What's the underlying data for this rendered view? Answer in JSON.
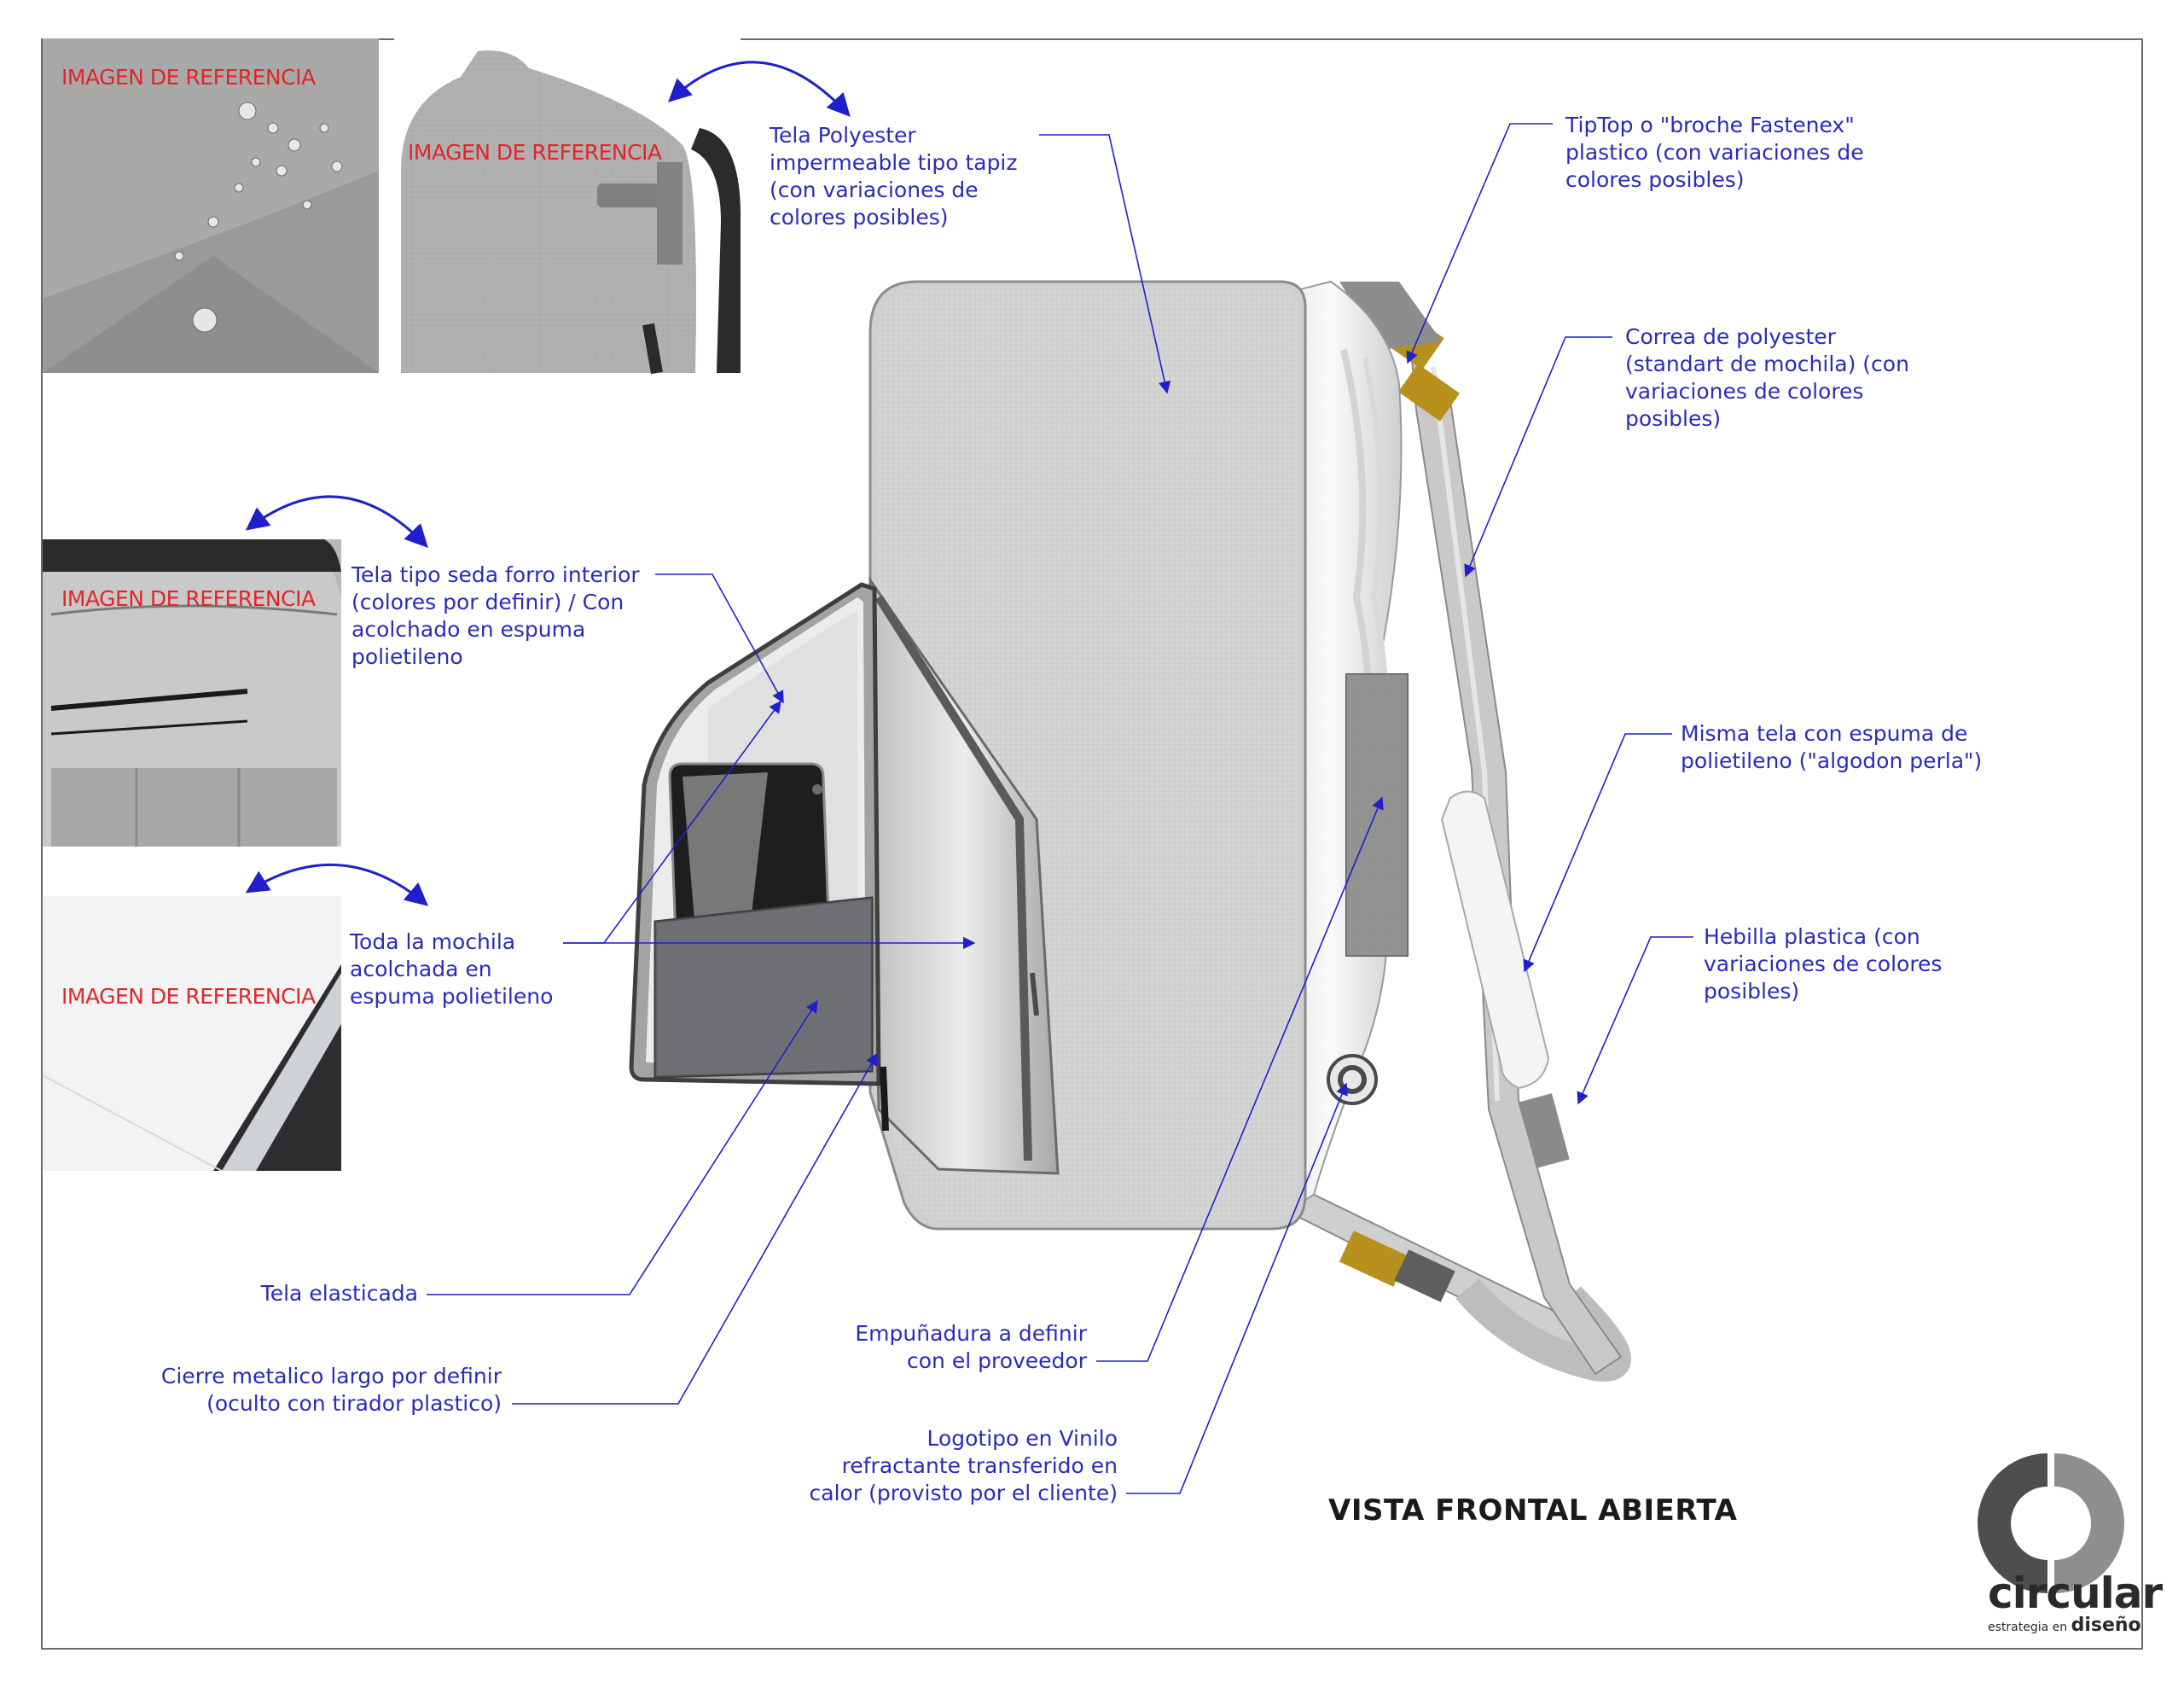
{
  "references": {
    "label": "IMAGEN DE REFERENCIA"
  },
  "labels": {
    "tela_polyester": "Tela Polyester\nimpermeable tipo tapiz\n(con variaciones de\ncolores posibles)",
    "tiptop": "TipTop o \"broche Fastenex\"\nplastico (con variaciones de\ncolores posibles)",
    "correa": "Correa de polyester\n(standart de mochila) (con\nvariaciones de colores\nposibles)",
    "misma_tela": "Misma tela con espuma de\npolietileno (\"algodon perla\")",
    "hebilla": "Hebilla plastica (con\nvariaciones de colores\nposibles)",
    "tela_seda": "Tela tipo seda forro interior\n(colores por definir) / Con\nacolchado en espuma\npolietileno",
    "toda_mochila": "Toda la mochila\nacolchada en\nespuma polietileno",
    "tela_elasticada": "Tela elasticada",
    "cierre": "Cierre metalico largo por definir\n(oculto con tirador plastico)",
    "empunadura": "Empuñadura a definir\ncon el proveedor",
    "logotipo": "Logotipo en Vinilo\nrefractante transferido en\ncalor  (provisto por el cliente)"
  },
  "title": "VISTA FRONTAL ABIERTA",
  "brand": {
    "name": "circular",
    "tagline": "estrategia en",
    "tagline_bold": "diseño"
  },
  "colors": {
    "annotation": "#2b2bbb",
    "reference": "#e0262b",
    "buckle": "#b8901e"
  }
}
